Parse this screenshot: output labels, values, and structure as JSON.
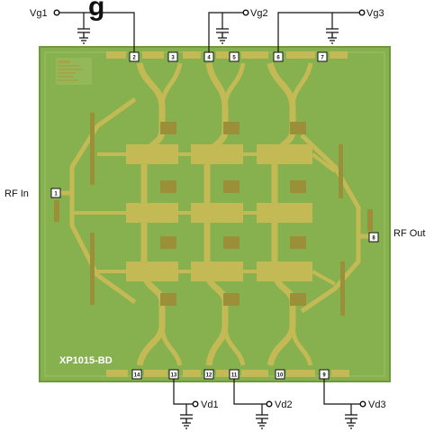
{
  "heading_fragment": "g",
  "labels": {
    "vg1": "Vg1",
    "vg2": "Vg2",
    "vg3": "Vg3",
    "rf_in": "RF In",
    "rf_out": "RF Out",
    "vd1": "Vd1",
    "vd2": "Vd2",
    "vd3": "Vd3"
  },
  "part_number": "XP1015-BD",
  "pads": {
    "p1": "1",
    "p2": "2",
    "p3": "3",
    "p4": "4",
    "p5": "5",
    "p6": "6",
    "p7": "7",
    "p8": "8",
    "p9": "9",
    "p10": "10",
    "p11": "11",
    "p12": "12",
    "p13": "13",
    "p14": "14"
  },
  "colors": {
    "die": "#87b04f",
    "die_edge": "#6f9a3c",
    "metal": "#c4ba55",
    "metal_dark": "#9c8f3a",
    "wire": "#111111"
  }
}
